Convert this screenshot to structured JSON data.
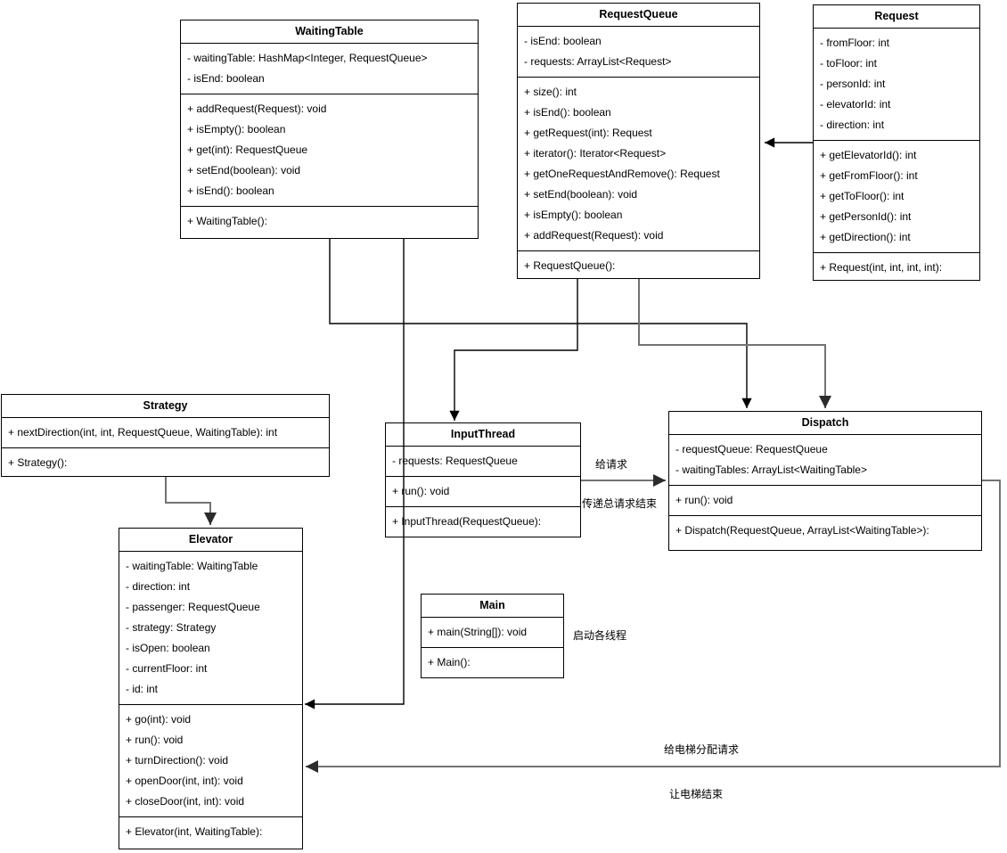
{
  "diagram_type": "uml-class-diagram",
  "colors": {
    "background": "#ffffff",
    "box_border": "#000000",
    "text": "#000000",
    "edge_black": "#000000",
    "edge_gray": "#737373"
  },
  "classes": {
    "waiting_table": {
      "title": "WaitingTable",
      "attributes": [
        "- waitingTable: HashMap<Integer, RequestQueue>",
        "- isEnd: boolean"
      ],
      "methods": [
        "+ addRequest(Request): void",
        "+ isEmpty(): boolean",
        "+ get(int): RequestQueue",
        "+ setEnd(boolean): void",
        "+ isEnd(): boolean"
      ],
      "ctor": "+ WaitingTable():"
    },
    "request_queue": {
      "title": "RequestQueue",
      "attributes": [
        "- isEnd: boolean",
        "- requests: ArrayList<Request>"
      ],
      "methods": [
        "+ size(): int",
        "+ isEnd(): boolean",
        "+ getRequest(int): Request",
        "+ iterator(): Iterator<Request>",
        "+ getOneRequestAndRemove(): Request",
        "+ setEnd(boolean): void",
        "+ isEmpty(): boolean",
        "+ addRequest(Request): void"
      ],
      "ctor": "+ RequestQueue():"
    },
    "request": {
      "title": "Request",
      "attributes": [
        "- fromFloor: int",
        "- toFloor: int",
        "- personId: int",
        "- elevatorId: int",
        "- direction: int"
      ],
      "methods": [
        "+ getElevatorId(): int",
        "+ getFromFloor(): int",
        "+ getToFloor(): int",
        "+ getPersonId(): int",
        "+ getDirection(): int"
      ],
      "ctor": "+ Request(int, int, int, int):"
    },
    "strategy": {
      "title": "Strategy",
      "methods": [
        "+ nextDirection(int, int, RequestQueue, WaitingTable): int"
      ],
      "ctor": "+ Strategy():"
    },
    "input_thread": {
      "title": "InputThread",
      "attributes": [
        "- requests: RequestQueue"
      ],
      "methods": [
        "+ run(): void"
      ],
      "ctor": "+ InputThread(RequestQueue):"
    },
    "dispatch": {
      "title": "Dispatch",
      "attributes": [
        "- requestQueue: RequestQueue",
        "- waitingTables: ArrayList<WaitingTable>"
      ],
      "methods": [
        "+ run(): void"
      ],
      "ctor": "+ Dispatch(RequestQueue, ArrayList<WaitingTable>):"
    },
    "elevator": {
      "title": "Elevator",
      "attributes": [
        "- waitingTable: WaitingTable",
        "- direction: int",
        "- passenger: RequestQueue",
        "- strategy: Strategy",
        "- isOpen: boolean",
        "- currentFloor: int",
        "- id: int"
      ],
      "methods": [
        "+ go(int): void",
        "+ run(): void",
        "+ turnDirection(): void",
        "+ openDoor(int, int): void",
        "+ closeDoor(int, int): void"
      ],
      "ctor": "+ Elevator(int, WaitingTable):"
    },
    "main": {
      "title": "Main",
      "methods": [
        "+ main(String[]): void"
      ],
      "ctor": "+ Main():"
    }
  },
  "edge_labels": {
    "give_request": "给请求",
    "pass_total_request_end": "传递总请求结束",
    "start_threads": "启动各线程",
    "assign_request_to_elevator": "给电梯分配请求",
    "let_elevator_end": "让电梯结束"
  }
}
